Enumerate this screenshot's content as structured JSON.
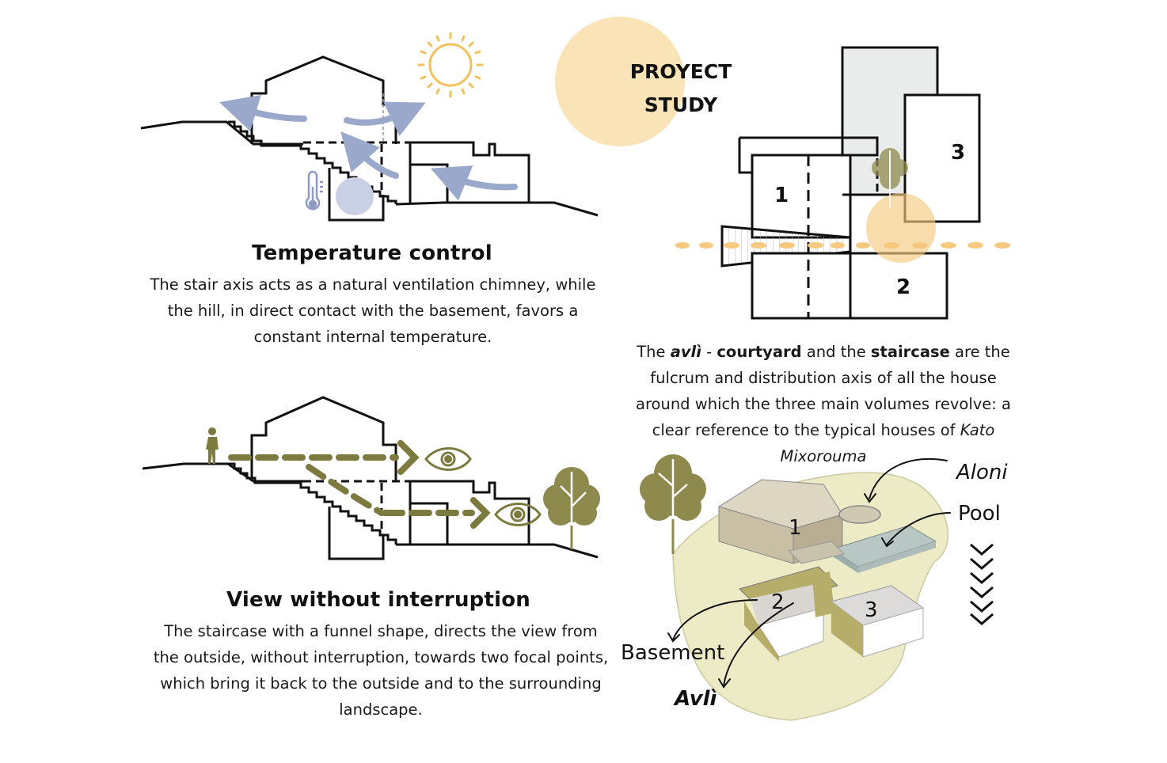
{
  "header": {
    "title_line1": "PROYECT",
    "title_line2": "STUDY"
  },
  "temperature": {
    "heading": "Temperature control",
    "body": "The stair axis acts as a natural ventilation chimney, while the hill, in direct contact with the basement, favors a constant internal temperature."
  },
  "view": {
    "heading": "View without interruption",
    "body": "The staircase with a funnel shape, directs the view from the outside, without interruption, towards two focal points, which bring it back to the outside and to the surrounding landscape."
  },
  "courtyard": {
    "p1": "The ",
    "avli": "avlì",
    "p2": " - ",
    "courtyard": "courtyard",
    "p3": " and the ",
    "staircase": "staircase",
    "p4": " are the fulcrum and distribution axis of all the house around which the three main volumes revolve: a clear reference to the typical houses of ",
    "kato": "Kato Mixorouma"
  },
  "plan": {
    "v1": "1",
    "v2": "2",
    "v3": "3"
  },
  "axo": {
    "aloni": "Aloni",
    "pool": "Pool",
    "basement": "Basement",
    "avli": "Avlì",
    "v1": "1",
    "v2": "2",
    "v3": "3"
  },
  "colors": {
    "ventilation_arrow": "#9aa8cc",
    "sun": "#f2c25a",
    "sun_disc": "#fbe3b8",
    "olive": "#7d7a3f",
    "tree": "#8e8a4e",
    "terrain": "#ecebc6",
    "path_orange": "#f6c97f"
  }
}
